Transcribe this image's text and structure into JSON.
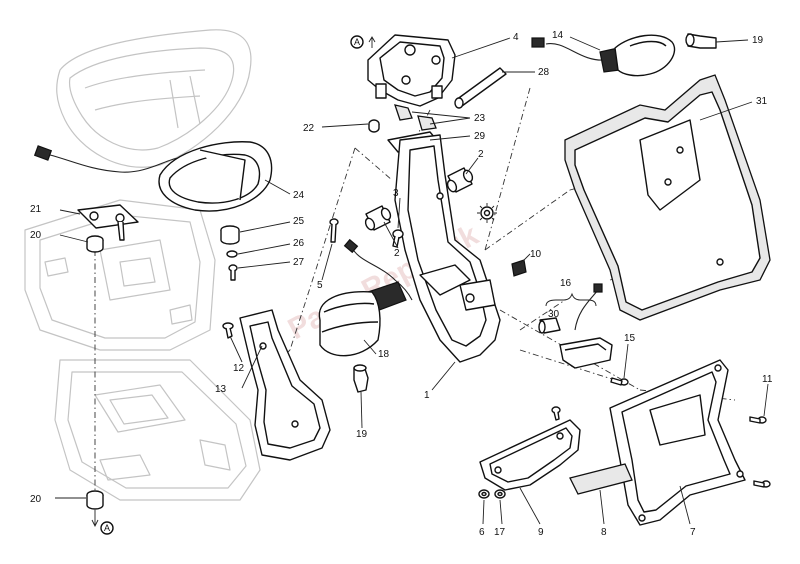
{
  "diagram": {
    "watermark": "Parts Republik",
    "ref_mark": "A",
    "callouts": [
      {
        "id": "c4",
        "text": "4"
      },
      {
        "id": "c14",
        "text": "14"
      },
      {
        "id": "c19a",
        "text": "19"
      },
      {
        "id": "c28",
        "text": "28"
      },
      {
        "id": "c31",
        "text": "31"
      },
      {
        "id": "c22",
        "text": "22"
      },
      {
        "id": "c23",
        "text": "23"
      },
      {
        "id": "c29",
        "text": "29"
      },
      {
        "id": "c2a",
        "text": "2"
      },
      {
        "id": "c3",
        "text": "3"
      },
      {
        "id": "c2b",
        "text": "2"
      },
      {
        "id": "c24",
        "text": "24"
      },
      {
        "id": "c21",
        "text": "21"
      },
      {
        "id": "c25",
        "text": "25"
      },
      {
        "id": "c20a",
        "text": "20"
      },
      {
        "id": "c26",
        "text": "26"
      },
      {
        "id": "c27",
        "text": "27"
      },
      {
        "id": "c5",
        "text": "5"
      },
      {
        "id": "c10",
        "text": "10"
      },
      {
        "id": "c16",
        "text": "16"
      },
      {
        "id": "c30",
        "text": "30"
      },
      {
        "id": "c12",
        "text": "12"
      },
      {
        "id": "c13",
        "text": "13"
      },
      {
        "id": "c18",
        "text": "18"
      },
      {
        "id": "c1",
        "text": "1"
      },
      {
        "id": "c15",
        "text": "15"
      },
      {
        "id": "c11",
        "text": "11"
      },
      {
        "id": "c19b",
        "text": "19"
      },
      {
        "id": "c20b",
        "text": "20"
      },
      {
        "id": "c6",
        "text": "6"
      },
      {
        "id": "c17",
        "text": "17"
      },
      {
        "id": "c9",
        "text": "9"
      },
      {
        "id": "c8",
        "text": "8"
      },
      {
        "id": "c7",
        "text": "7"
      }
    ]
  }
}
